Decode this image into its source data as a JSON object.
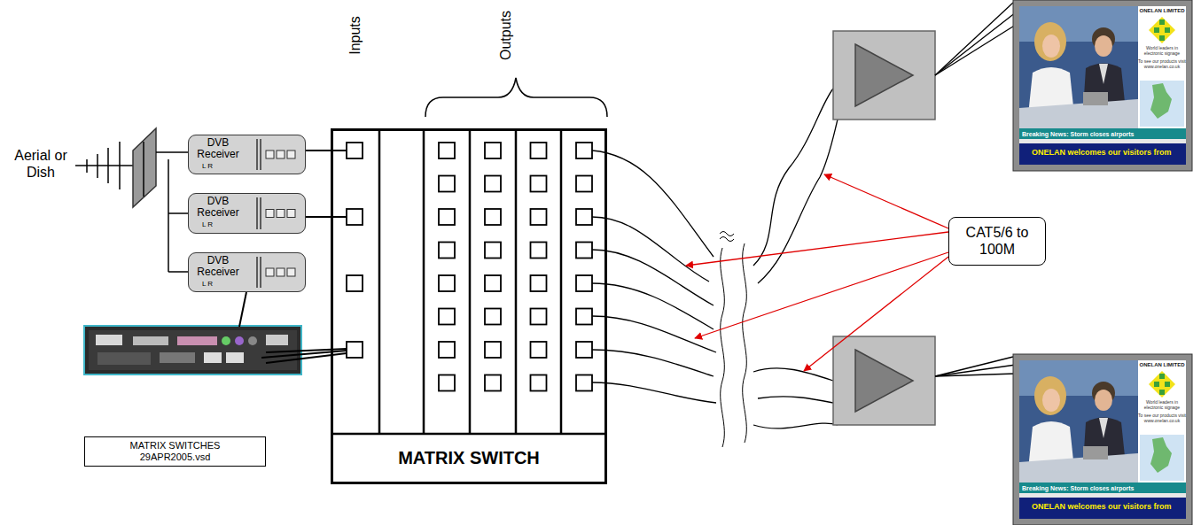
{
  "diagram": {
    "nodes": [
      {
        "text": [
          "DVB Receiver",
          "L R"
        ]
      },
      {
        "text": [
          "DVB Receiver",
          "L R"
        ]
      },
      {
        "text": [
          "DVB Receiver",
          "L R"
        ]
      },
      {
        "text": [
          "MATRIX SWITCHES 29APR2005.vsd"
        ]
      },
      {
        "text": [
          "MATRIX SWITCH"
        ]
      },
      {
        "text": [
          "CAT5/6 to 100M"
        ]
      },
      {
        "text": [
          "ONELAN LIMITED",
          "World leaders in electronic signage",
          "To see our products visit www.onelan.co.uk",
          "Breaking News: Storm closes airports",
          "ONELAN welcomes our visitors from"
        ]
      },
      {
        "text": [
          "ONELAN LIMITED",
          "World leaders in electronic signage",
          "To see our products visit www.onelan.co.uk",
          "Breaking News: Storm closes airports",
          "ONELAN welcomes our visitors from"
        ]
      }
    ],
    "edges": [
      {
        "from": 0,
        "to": 4,
        "arrow": "none"
      },
      {
        "from": 1,
        "to": 4,
        "arrow": "none"
      }
    ],
    "labels": [
      "Aerial or Dish",
      "Inputs",
      "Outputs"
    ]
  }
}
